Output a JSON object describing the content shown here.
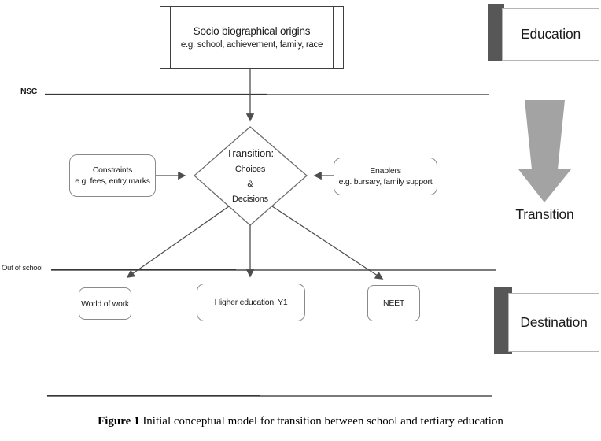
{
  "diagram": {
    "origin_box": {
      "title": "Socio biographical origins",
      "subtitle": "e.g. school, achievement, family, race"
    },
    "stages": {
      "education": "Education",
      "transition": "Transition",
      "destination": "Destination"
    },
    "boundaries": {
      "nsc": "NSC",
      "out_of_school": "Out of school"
    },
    "diamond": {
      "line1": "Transition:",
      "line2": "Choices",
      "line3": "&",
      "line4": "Decisions"
    },
    "constraints_box": {
      "title": "Constraints",
      "subtitle": "e.g. fees, entry marks"
    },
    "enablers_box": {
      "title": "Enablers",
      "subtitle": "e.g. bursary, family support"
    },
    "outcome_boxes": [
      {
        "label": "World of work"
      },
      {
        "label": "Higher education, Y1"
      },
      {
        "label": "NEET"
      }
    ]
  },
  "caption": {
    "figure_label": "Figure 1",
    "text": " Initial conceptual model for transition between school and tertiary education"
  },
  "colors": {
    "stage_bar": "#575757",
    "big_arrow": "#a3a3a3",
    "connector": "#4d4d4d",
    "boundary_line": "#7a7a7a"
  }
}
